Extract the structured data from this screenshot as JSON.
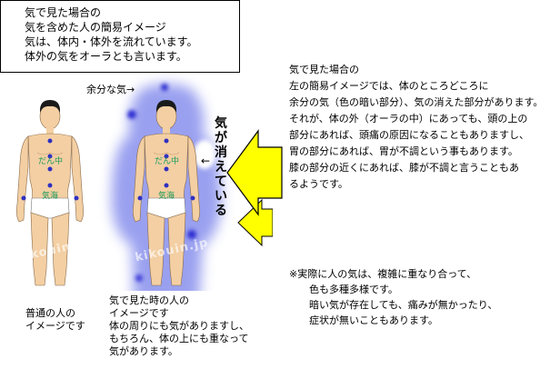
{
  "top_box": {
    "lines": [
      "気で見た場合の",
      "気を含めた人の簡易イメージ",
      "気は、体内・体外を流れています。",
      "体外の気をオーラとも言います。"
    ]
  },
  "figures": {
    "surplus_label": "余分な気→",
    "vanished_label": [
      "気",
      "が",
      "消",
      "え",
      "て",
      "い",
      "る"
    ],
    "arrow_left": "←",
    "dantian_label": "だん中",
    "kikai_label": "気海",
    "watermark": "kikouin.jp"
  },
  "captions": {
    "normal": [
      "普通の人の",
      "イメージです"
    ],
    "ki_view": [
      "気で見た時の人の",
      "イメージです",
      "体の周りにも気がありますし、",
      "もちろん、体の上にも重なって",
      "気があります。"
    ]
  },
  "right_text": {
    "lines": [
      "気で見た場合の",
      "左の簡易イメージでは、体のところどころに",
      "余分の気（色の暗い部分）、気の消えた部分があります。",
      "それが、体の外（オーラの中）にあっても、頭の上の",
      "部分にあれば、頭痛の原因になることもありますし、",
      "胃の部分にあれば、胃が不調という事もあります。",
      "膝の部分の近くにあれば、膝が不調と言うこともあ",
      "るようです。"
    ]
  },
  "note": {
    "lines": [
      "※実際に人の気は、複雑に重なり合って、",
      "色も多種多様です。",
      "暗い気が存在しても、痛みが無かったり、",
      "症状が無いこともあります。"
    ]
  },
  "colors": {
    "arrow_fill": "#ffff00",
    "aura": "#8f96ee",
    "dark_ki": "#2a2ad0",
    "skin": "#f3cfa3",
    "hair": "#1a1a1a",
    "label_green": "#1a9a5a"
  }
}
